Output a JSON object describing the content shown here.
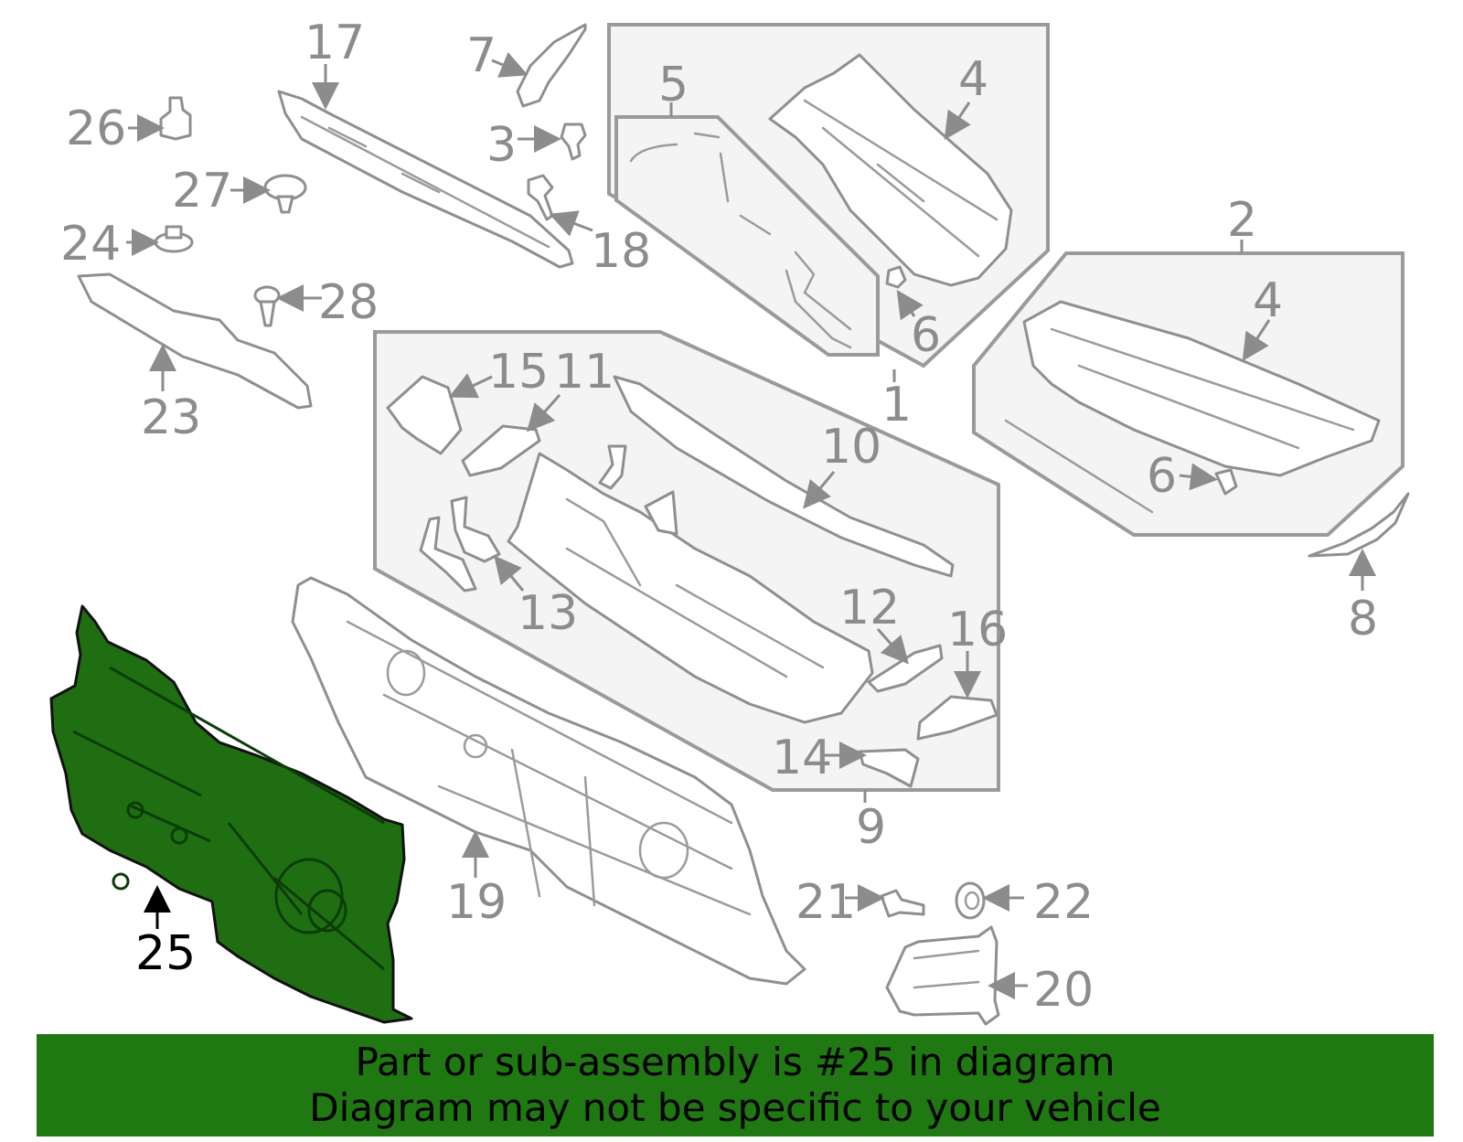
{
  "diagram": {
    "highlight_color": "#1f6e12",
    "banner_color": "#207812",
    "callouts": {
      "c1": "1",
      "c2": "2",
      "c3": "3",
      "c4a": "4",
      "c4b": "4",
      "c5": "5",
      "c6a": "6",
      "c6b": "6",
      "c7": "7",
      "c8": "8",
      "c9": "9",
      "c10": "10",
      "c11": "11",
      "c12": "12",
      "c13": "13",
      "c14": "14",
      "c15": "15",
      "c16": "16",
      "c17": "17",
      "c18": "18",
      "c19": "19",
      "c20": "20",
      "c21": "21",
      "c22": "22",
      "c23": "23",
      "c24": "24",
      "c25": "25",
      "c26": "26",
      "c27": "27",
      "c28": "28"
    }
  },
  "banner": {
    "line1": "Part or sub-assembly is #25 in diagram",
    "line2": "Diagram may not be specific to your vehicle"
  }
}
